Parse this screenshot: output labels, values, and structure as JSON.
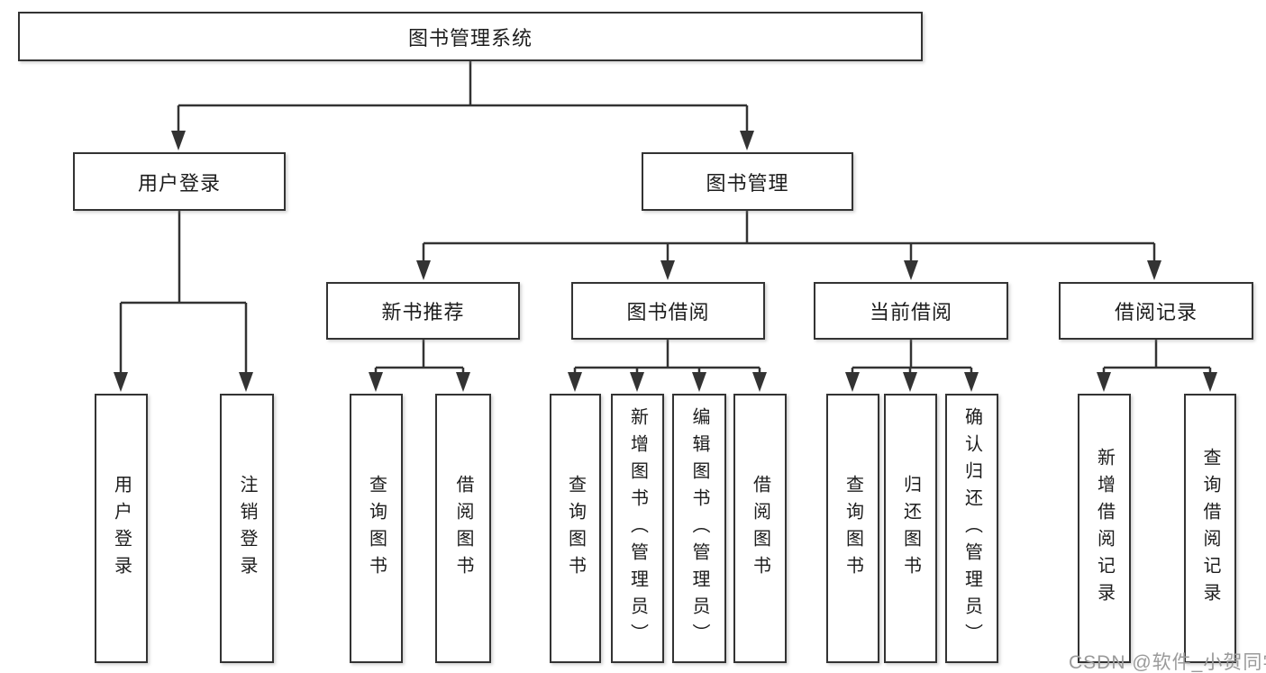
{
  "diagram": {
    "root": "图书管理系统",
    "level2": [
      "用户登录",
      "图书管理"
    ],
    "level3": [
      "新书推荐",
      "图书借阅",
      "当前借阅",
      "借阅记录"
    ],
    "leaves": {
      "user_login": [
        "用户登录",
        "注销登录"
      ],
      "new_books": [
        "查询图书",
        "借阅图书"
      ],
      "book_borrowing": [
        "查询图书",
        "新增图书（管理员）",
        "编辑图书（管理员）",
        "借阅图书"
      ],
      "current_borrowing": [
        "查询图书",
        "归还图书",
        "确认归还（管理员）"
      ],
      "borrowing_records": [
        "新增借阅记录",
        "查询借阅记录"
      ]
    }
  },
  "watermark": "CSDN @软件_小贺同学",
  "colors": {
    "line": "#333333",
    "box_border": "#333333",
    "box_fill": "#ffffff",
    "text": "#1d1d1d",
    "watermark": "#9a9a9a",
    "background": "#ffffff"
  }
}
